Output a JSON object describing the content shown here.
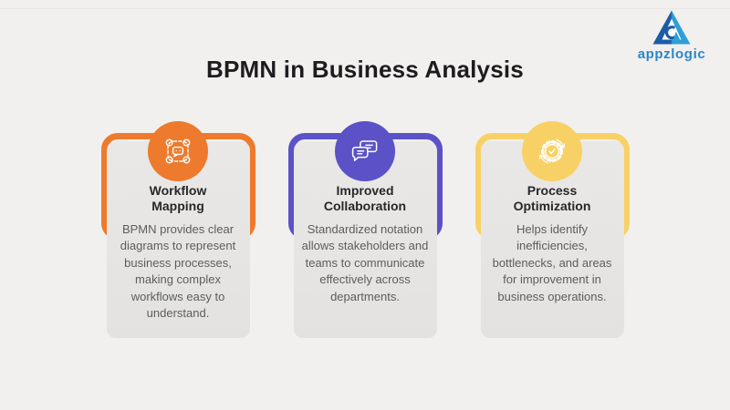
{
  "page": {
    "title": "BPMN in Business Analysis",
    "background_color": "#f1f0ee"
  },
  "logo": {
    "brand": "appzlogic",
    "icon": "triangle-a-logo-icon",
    "text_color": "#2b86c5",
    "triangle_dark_color": "#1d5ca5",
    "triangle_light_color": "#2f9fd8"
  },
  "cards": [
    {
      "heading": "Workflow Mapping",
      "body": "BPMN provides clear diagrams to represent business processes, making complex workflows easy to understand.",
      "accent_color": "#ee7a2d",
      "icon": "workflow-diagram-icon"
    },
    {
      "heading": "Improved Collaboration",
      "body": "Standardized notation allows stakeholders and teams to communicate effectively across departments.",
      "accent_color": "#5b52c8",
      "icon": "chat-bubbles-icon"
    },
    {
      "heading": "Process Optimization",
      "body": "Helps identify inefficiencies, bottlenecks, and areas for improvement in business operations.",
      "accent_color": "#f8d166",
      "icon": "gear-check-icon"
    }
  ]
}
